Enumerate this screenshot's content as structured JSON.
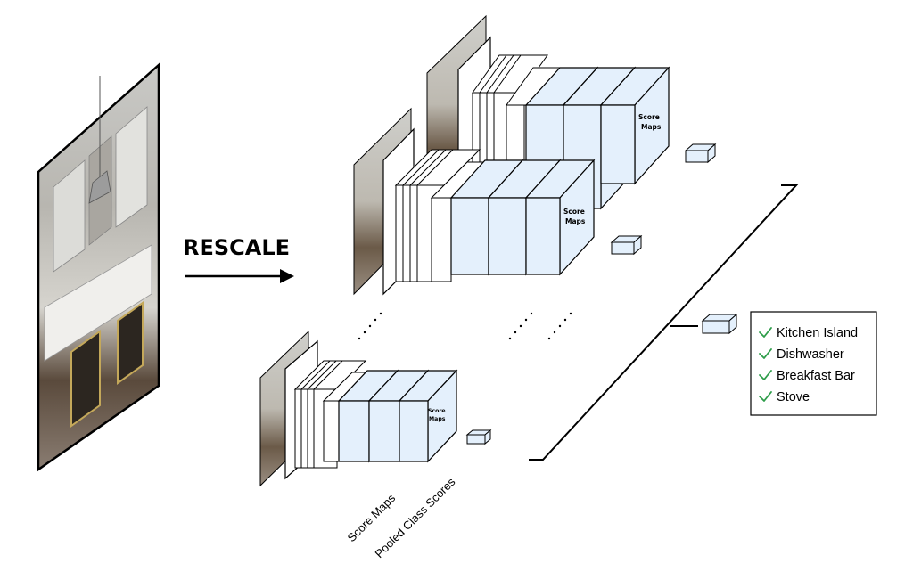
{
  "rescale_label": "RESCALE",
  "score_maps_label": "Score\nMaps",
  "axis_labels": {
    "score_maps": "Score Maps",
    "pooled_class_scores": "Pooled Class Scores"
  },
  "results": [
    {
      "label": "Kitchen Island",
      "icon": "check-icon"
    },
    {
      "label": "Dishwasher",
      "icon": "check-icon"
    },
    {
      "label": "Breakfast Bar",
      "icon": "check-icon"
    },
    {
      "label": "Stove",
      "icon": "check-icon"
    }
  ],
  "colors": {
    "score_map_fill": "#e4f0fc",
    "check": "#2e9d4a",
    "stroke": "#000000"
  }
}
